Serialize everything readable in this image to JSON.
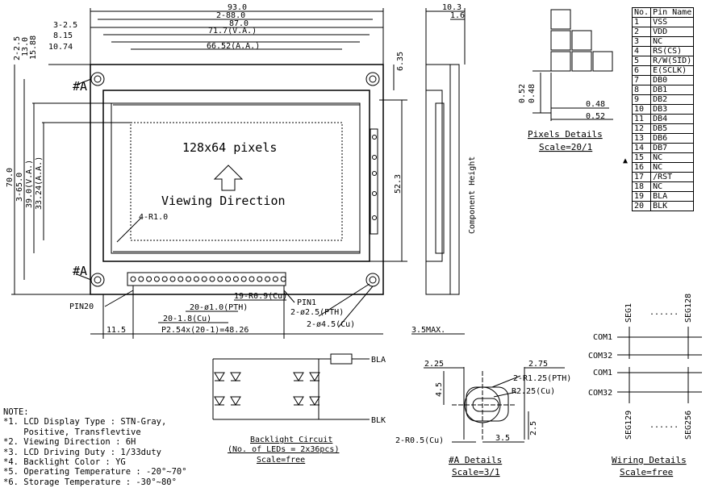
{
  "front": {
    "width_total": "93.0",
    "width_hole_pitch": "2-88.0",
    "width_pcb": "87.0",
    "width_va": "71.7(V.A.)",
    "width_aa": "66.52(A.A.)",
    "left_3_2_5": "3-2.5",
    "left_8_15": "8.15",
    "left_10_74": "10.74",
    "top_2_2_5": "2-2.5",
    "top_13_0": "13.0",
    "top_15_88": "15.88",
    "right_6_35": "6.35",
    "right_52_3": "52.3",
    "height_total": "70.0",
    "height_hole_pitch": "3-65.0",
    "height_va": "39.0(V.A.)",
    "height_aa": "33.24(A.A.)",
    "screen_text": "128x64 pixels",
    "viewing_text": "Viewing Direction",
    "corner_radius": "4-R1.0",
    "mark_a_top": "#A",
    "mark_a_bottom": "#A",
    "pin20": "PIN20",
    "pin1": "PIN1",
    "pad_note": "19-R0.9(Cu)",
    "pth_note": "20-ø1.0(PTH)",
    "cu_note": "20-1.8(Cu)",
    "mount_pth": "2-ø2.5(PTH)",
    "mount_cu": "2-ø4.5(Cu)",
    "offset": "11.5",
    "pitch": "P2.54x(20-1)=48.26"
  },
  "side": {
    "depth": "10.3",
    "pcb": "1.6",
    "component_label": "Component Height",
    "max": "3.5MAX."
  },
  "pixels": {
    "d1": "0.52",
    "d2": "0.48",
    "d3": "0.48",
    "d4": "0.52",
    "title": "Pixels Details",
    "scale": "Scale=20/1"
  },
  "pintable": {
    "header_no": "No.",
    "header_name": "Pin Name",
    "rows": [
      [
        "1",
        "VSS"
      ],
      [
        "2",
        "VDD"
      ],
      [
        "3",
        "NC"
      ],
      [
        "4",
        "RS(CS)"
      ],
      [
        "5",
        "R/W(SID)"
      ],
      [
        "6",
        "E(SCLK)"
      ],
      [
        "7",
        "DB0"
      ],
      [
        "8",
        "DB1"
      ],
      [
        "9",
        "DB2"
      ],
      [
        "10",
        "DB3"
      ],
      [
        "11",
        "DB4"
      ],
      [
        "12",
        "DB5"
      ],
      [
        "13",
        "DB6"
      ],
      [
        "14",
        "DB7"
      ],
      [
        "15",
        "NC"
      ],
      [
        "16",
        "NC"
      ],
      [
        "17",
        "/RST"
      ],
      [
        "18",
        "NC"
      ],
      [
        "19",
        "BLA"
      ],
      [
        "20",
        "BLK"
      ]
    ],
    "marker": "▲"
  },
  "backlight": {
    "bla": "BLA",
    "blk": "BLK",
    "title": "Backlight Circuit",
    "subtitle": "(No. of LEDs = 2x36pcs)",
    "scale": "Scale=free"
  },
  "detail_a": {
    "left": "2.25",
    "right": "2.75",
    "height1": "4.5",
    "pth": "2-R1.25(PTH)",
    "cu": "R2.25(Cu)",
    "r05": "2-R0.5(Cu)",
    "w": "3.5",
    "h2": "2.5",
    "title": "#A Details",
    "scale": "Scale=3/1"
  },
  "wiring": {
    "seg1": "SEG1",
    "seg128": "SEG128",
    "seg129": "SEG129",
    "seg256": "SEG256",
    "com1a": "COM1",
    "com32a": "COM32",
    "com1b": "COM1",
    "com32b": "COM32",
    "dots": "......",
    "title": "Wiring Details",
    "scale": "Scale=free"
  },
  "notes": {
    "title": "NOTE:",
    "n1": "*1. LCD Display Type : STN-Gray,",
    "n1b": "    Positive, Transflevtive",
    "n2": "*2. Viewing Direction : 6H",
    "n3": "*3. LCD Driving Duty : 1/33duty",
    "n4": "*4. Backlight Color : YG",
    "n5": "*5. Operating Temperature : -20°~70°",
    "n6": "*6. Storage Temperature : -30°~80°"
  }
}
